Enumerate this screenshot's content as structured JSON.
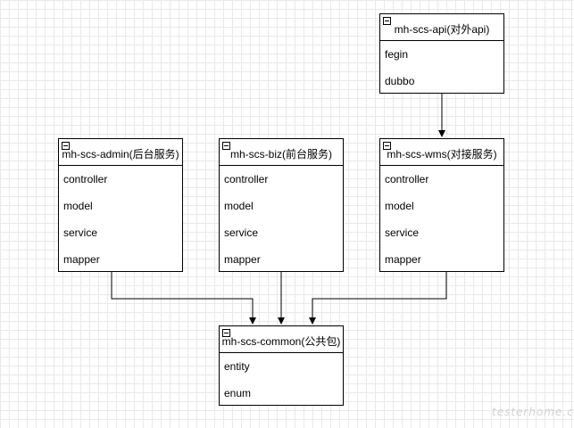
{
  "boxes": [
    {
      "id": "api",
      "title": "mh-scs-api(对外api)",
      "fields": [
        "fegin",
        "dubbo"
      ]
    },
    {
      "id": "admin",
      "title": "mh-scs-admin(后台服务)",
      "fields": [
        "controller",
        "model",
        "service",
        "mapper"
      ]
    },
    {
      "id": "biz",
      "title": "mh-scs-biz(前台服务)",
      "fields": [
        "controller",
        "model",
        "service",
        "mapper"
      ]
    },
    {
      "id": "wms",
      "title": "mh-scs-wms(对接服务)",
      "fields": [
        "controller",
        "model",
        "service",
        "mapper"
      ]
    },
    {
      "id": "common",
      "title": "mh-scs-common(公共包)",
      "fields": [
        "entity",
        "enum"
      ]
    }
  ],
  "watermark": "testerhome.com"
}
